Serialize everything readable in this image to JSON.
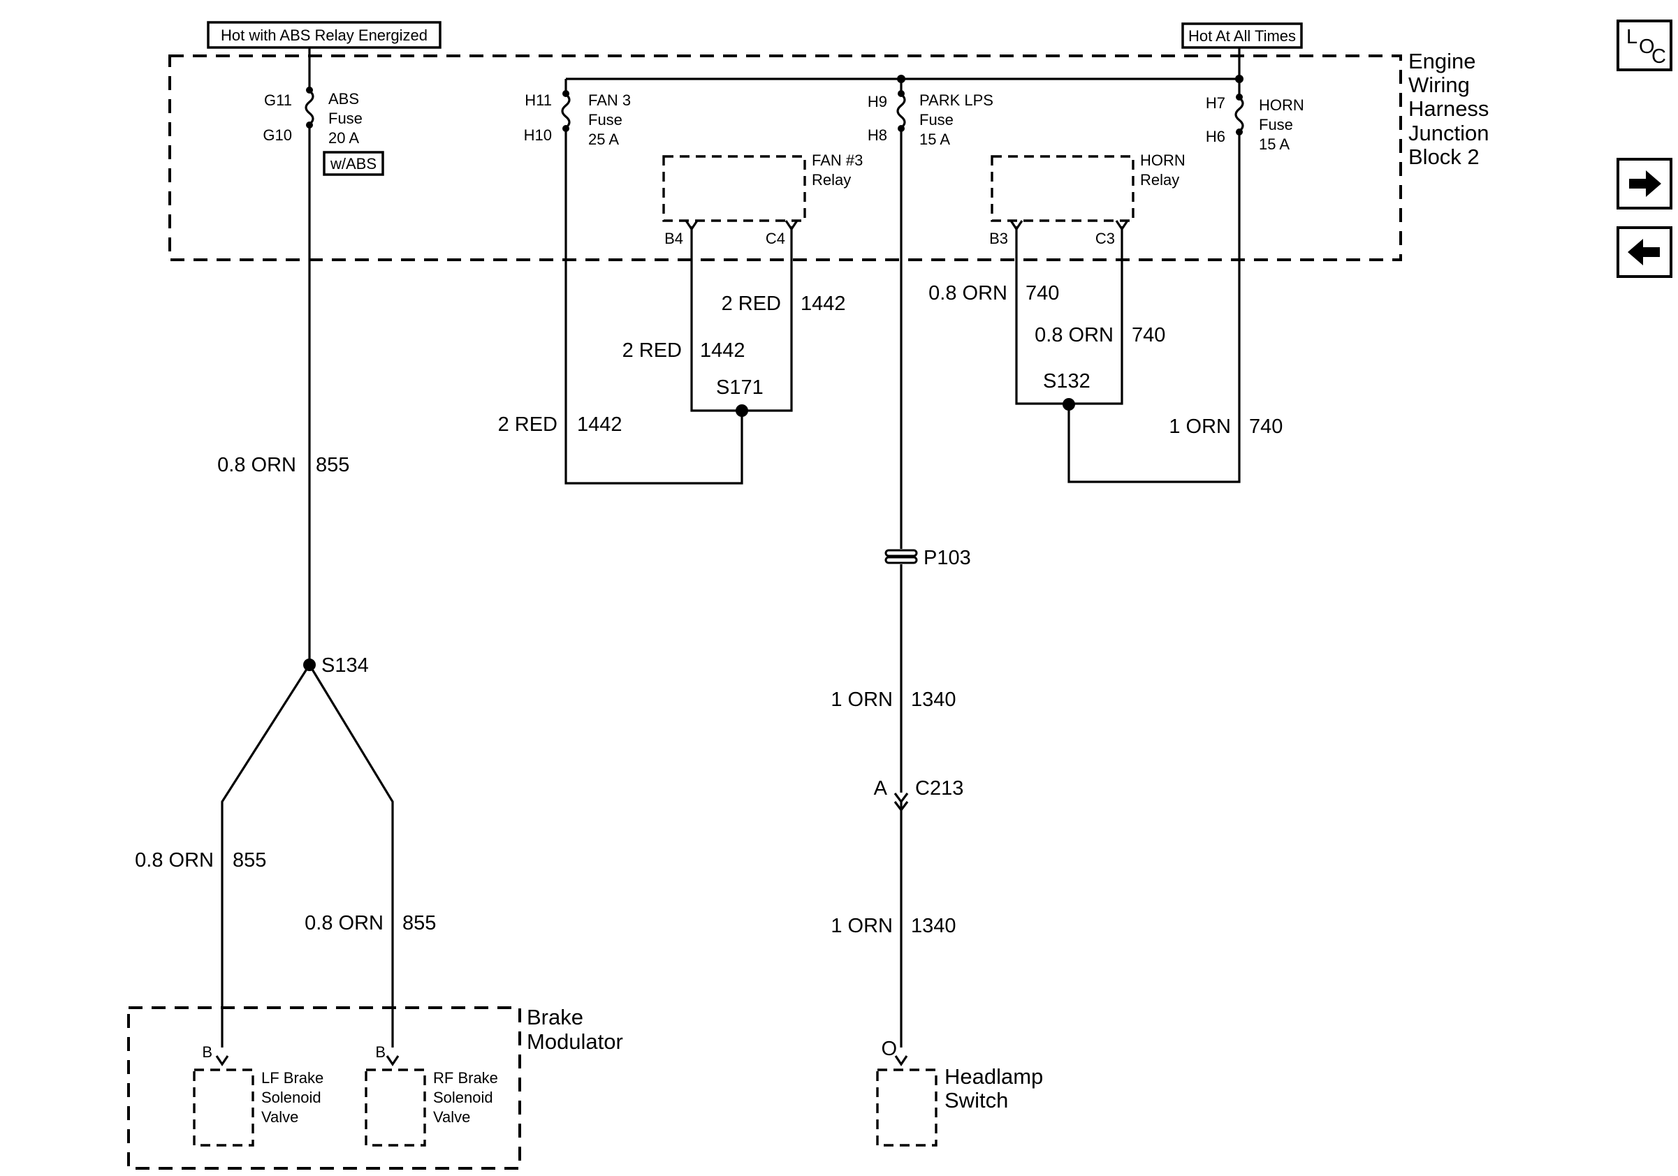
{
  "power": {
    "abs_relay_label": "Hot with ABS Relay Energized",
    "hot_all_label": "Hot At All Times"
  },
  "junction_block": {
    "title_lines": [
      "Engine",
      "Wiring",
      "Harness",
      "Junction",
      "Block 2"
    ]
  },
  "fuses": {
    "abs": {
      "pin_top": "G11",
      "pin_bottom": "G10",
      "lines": [
        "ABS",
        "Fuse",
        "20 A"
      ],
      "option": "w/ABS"
    },
    "fan3": {
      "pin_top": "H11",
      "pin_bottom": "H10",
      "lines": [
        "FAN 3",
        "Fuse",
        "25 A"
      ]
    },
    "park": {
      "pin_top": "H9",
      "pin_bottom": "H8",
      "lines": [
        "PARK LPS",
        "Fuse",
        "15 A"
      ]
    },
    "horn": {
      "pin_top": "H7",
      "pin_bottom": "H6",
      "lines": [
        "HORN",
        "Fuse",
        "15 A"
      ]
    }
  },
  "relays": {
    "fan3": {
      "lines": [
        "FAN #3",
        "Relay"
      ],
      "pin_left": "B4",
      "pin_right": "C4"
    },
    "horn": {
      "lines": [
        "HORN",
        "Relay"
      ],
      "pin_left": "B3",
      "pin_right": "C3"
    }
  },
  "wires": {
    "w855_main": {
      "size_color": "0.8 ORN",
      "circuit": "855"
    },
    "w855_lf": {
      "size_color": "0.8 ORN",
      "circuit": "855"
    },
    "w855_rf": {
      "size_color": "0.8 ORN",
      "circuit": "855"
    },
    "w1442_relay_c4": {
      "size_color": "2 RED",
      "circuit": "1442"
    },
    "w1442_relay_b4": {
      "size_color": "2 RED",
      "circuit": "1442"
    },
    "w1442_fuse": {
      "size_color": "2 RED",
      "circuit": "1442"
    },
    "w740_relay_b3": {
      "size_color": "0.8 ORN",
      "circuit": "740"
    },
    "w740_relay_c3": {
      "size_color": "0.8 ORN",
      "circuit": "740"
    },
    "w740_fuse": {
      "size_color": "1 ORN",
      "circuit": "740"
    },
    "w1340_upper": {
      "size_color": "1 ORN",
      "circuit": "1340"
    },
    "w1340_lower": {
      "size_color": "1 ORN",
      "circuit": "1340"
    }
  },
  "splices": {
    "s134": "S134",
    "s171": "S171",
    "s132": "S132"
  },
  "connectors": {
    "p103": "P103",
    "c213": {
      "name": "C213",
      "pin": "A"
    },
    "headlamp_pin": "O",
    "lf_pin": "B",
    "rf_pin": "B"
  },
  "components": {
    "brake_modulator": [
      "Brake",
      "Modulator"
    ],
    "lf_valve": [
      "LF Brake",
      "Solenoid",
      "Valve"
    ],
    "rf_valve": [
      "RF Brake",
      "Solenoid",
      "Valve"
    ],
    "headlamp_switch": [
      "Headlamp",
      "Switch"
    ]
  },
  "nav": {
    "loc": {
      "l": "L",
      "o": "O",
      "c": "C",
      "icon": "location-icon"
    },
    "next": {
      "icon": "arrow-right-icon"
    },
    "prev": {
      "icon": "arrow-left-icon"
    }
  }
}
